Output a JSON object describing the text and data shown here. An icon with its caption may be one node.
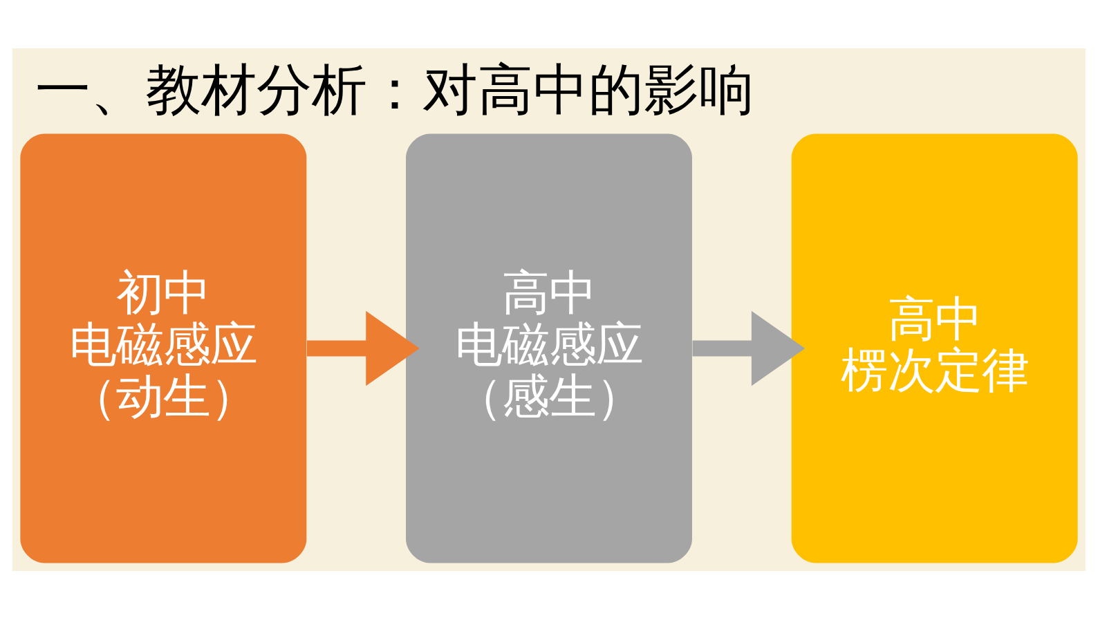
{
  "diagram": {
    "title": "一、教材分析：对高中的影响",
    "nodes": [
      {
        "text": [
          "初中",
          "电磁感应",
          "（动生）"
        ]
      },
      {
        "text": [
          "高中",
          "电磁感应",
          "（感生）"
        ]
      },
      {
        "text": [
          "高中",
          "楞次定律"
        ]
      }
    ],
    "edges": [
      {
        "from": 0,
        "to": 1,
        "arrow": "to",
        "color": "#ed7d31"
      },
      {
        "from": 1,
        "to": 2,
        "arrow": "to",
        "color": "#a5a5a5"
      }
    ]
  }
}
